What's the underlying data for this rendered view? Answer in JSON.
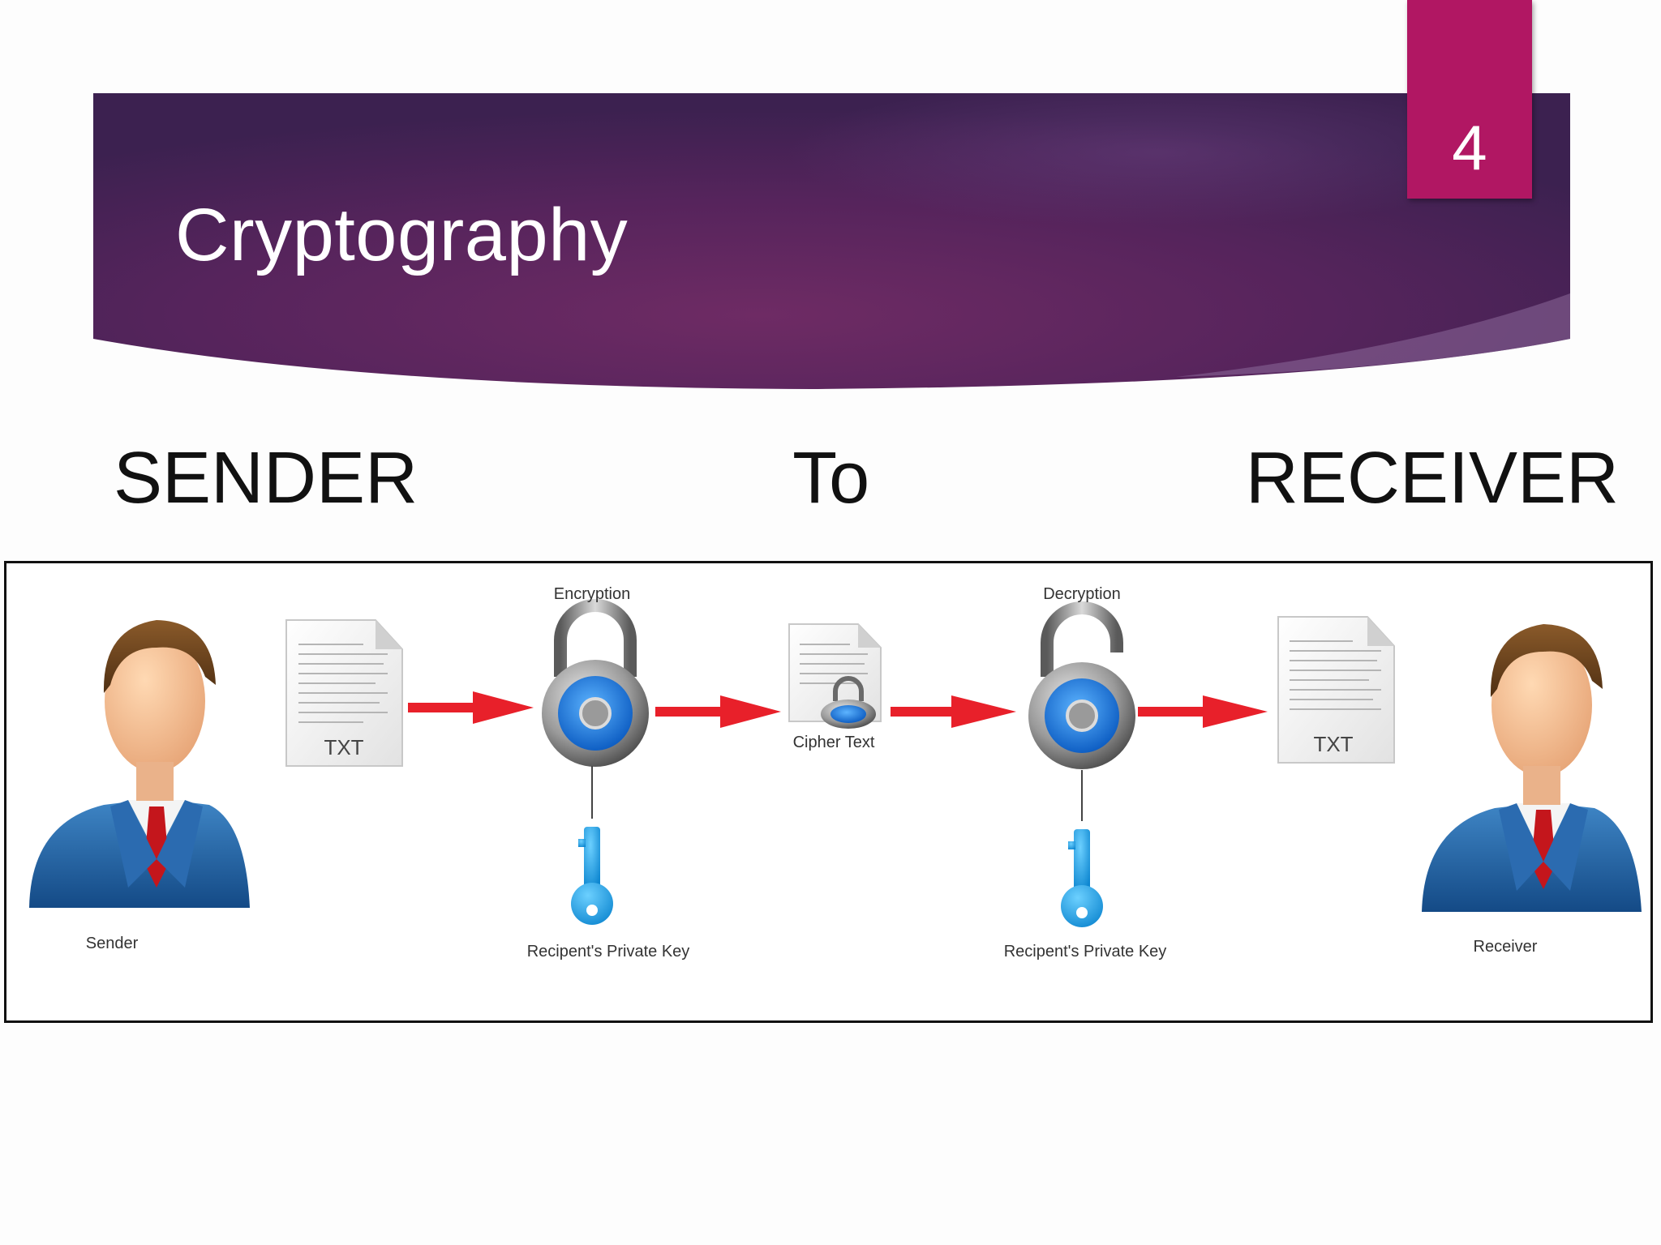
{
  "slide": {
    "title": "Cryptography",
    "page_number": "4",
    "body_text": "SENDER To RECEIVER",
    "colors": {
      "banner": "#56245c",
      "badge": "#b11763",
      "arrow": "#e8202a",
      "lock_dial": "#1f7fe0",
      "key": "#1aa3e6"
    }
  },
  "diagram": {
    "sender_label": "Sender",
    "receiver_label": "Receiver",
    "plain_doc_label": "TXT",
    "received_doc_label": "TXT",
    "encryption_label": "Encryption",
    "decryption_label": "Decryption",
    "cipher_text_label": "Cipher Text",
    "encrypt_key_label": "Recipent's Private Key",
    "decrypt_key_label": "Recipent's Private Key"
  }
}
